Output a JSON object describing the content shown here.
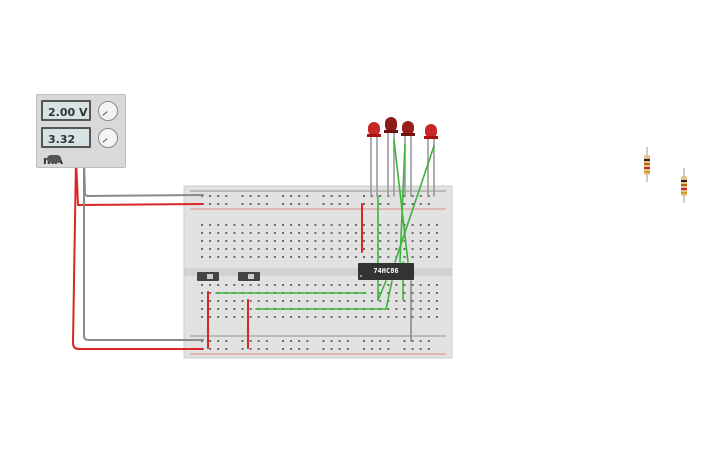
{
  "power_supply": {
    "voltage_display": "2.00 V",
    "current_display": "3.32 mA"
  },
  "ic_chip": {
    "label": "74HC86"
  },
  "colors": {
    "breadboard": "#e2e2e2",
    "red_wire": "#d92626",
    "green_wire": "#3cb43c",
    "black_wire": "#888888",
    "led_red": "#c62828"
  },
  "icons": {
    "led": "led-icon",
    "resistor": "resistor-icon",
    "slide_switch": "slide-switch-icon",
    "knob": "knob-icon"
  }
}
